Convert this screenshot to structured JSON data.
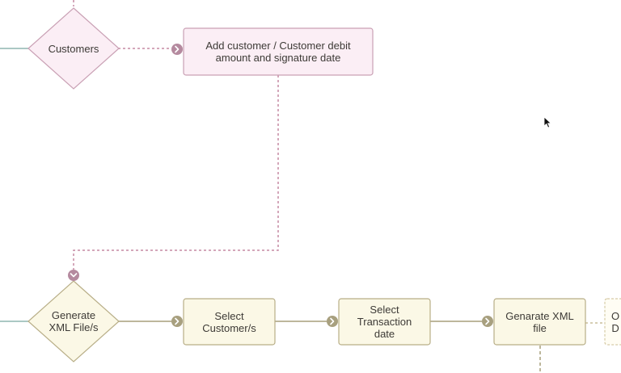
{
  "nodes": {
    "customers": {
      "label": "Customers"
    },
    "add_customer": {
      "label": "Add customer / Customer debit amount and signature date"
    },
    "generate_xml": {
      "label": "Generate XML File/s"
    },
    "select_customers": {
      "label": "Select Customer/s"
    },
    "select_transaction_date": {
      "label": "Select Transaction date"
    },
    "generate_xml_file": {
      "label": "Genarate XML file"
    },
    "partial_box": {
      "label": "O D"
    }
  },
  "colors": {
    "pink_fill": "#fbeef5",
    "pink_stroke": "#c9a0b4",
    "pink_connector": "#c58aa4",
    "pink_dot": "#b58a9f",
    "yellow_fill": "#fbf8e6",
    "yellow_stroke": "#b8ae87",
    "yellow_connector": "#a79f7c",
    "yellow_dot": "#a8a07f",
    "teal_line": "#8fb5b0"
  }
}
